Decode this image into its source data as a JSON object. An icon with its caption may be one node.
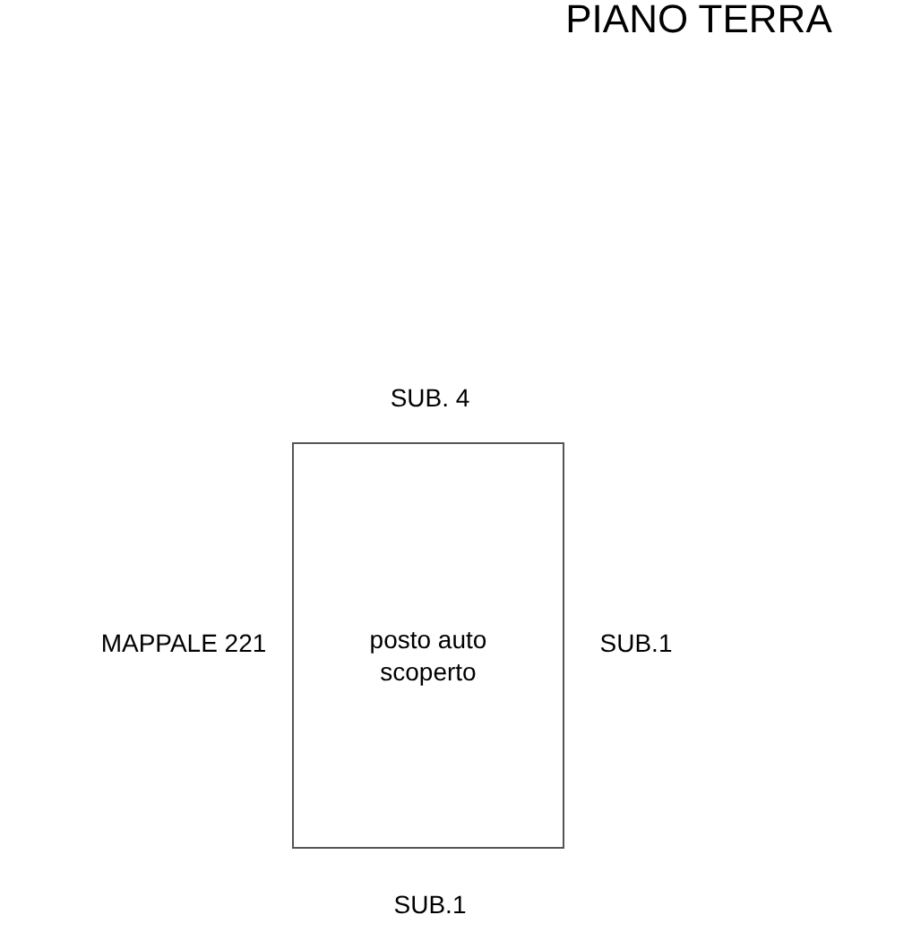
{
  "diagram": {
    "title": "PIANO TERRA",
    "nodes": [
      {
        "text": [
          "posto auto scoperto"
        ]
      }
    ],
    "labels": [
      "SUB. 4",
      "MAPPALE 221",
      "SUB.1",
      "SUB.1"
    ]
  }
}
